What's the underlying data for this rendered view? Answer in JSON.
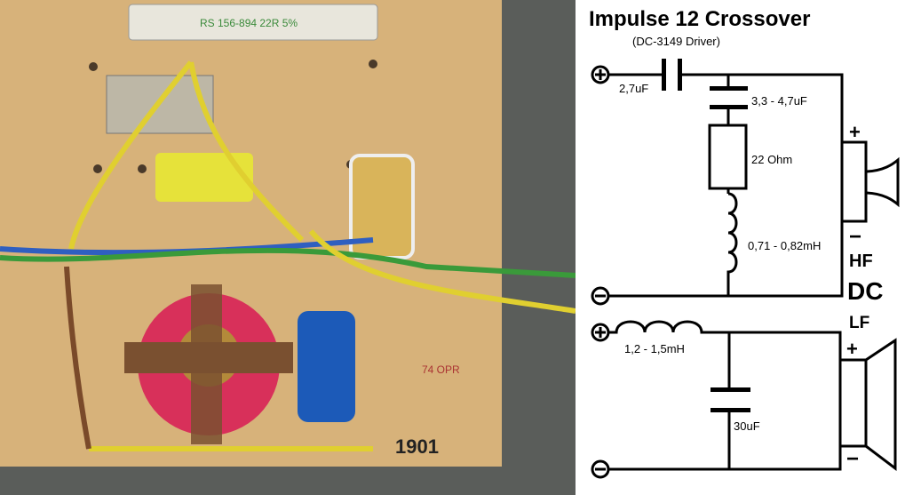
{
  "photo": {
    "resistor_marking": "RS 156-894 22R 5%",
    "board_marking": "1901",
    "stamp": "74 OPR"
  },
  "schematic": {
    "title": "Impulse 12 Crossover",
    "subtitle": "(DC-3149 Driver)",
    "hf": {
      "series_cap": "2,7uF",
      "shunt_cap": "3,3 - 4,7uF",
      "resistor": "22 Ohm",
      "inductor": "0,71 - 0,82mH",
      "plus": "+",
      "minus": "−",
      "label": "HF"
    },
    "driver_label": "DC",
    "lf": {
      "label": "LF",
      "inductor": "1,2 - 1,5mH",
      "shunt_cap": "30uF",
      "plus": "+",
      "minus": "−"
    }
  }
}
